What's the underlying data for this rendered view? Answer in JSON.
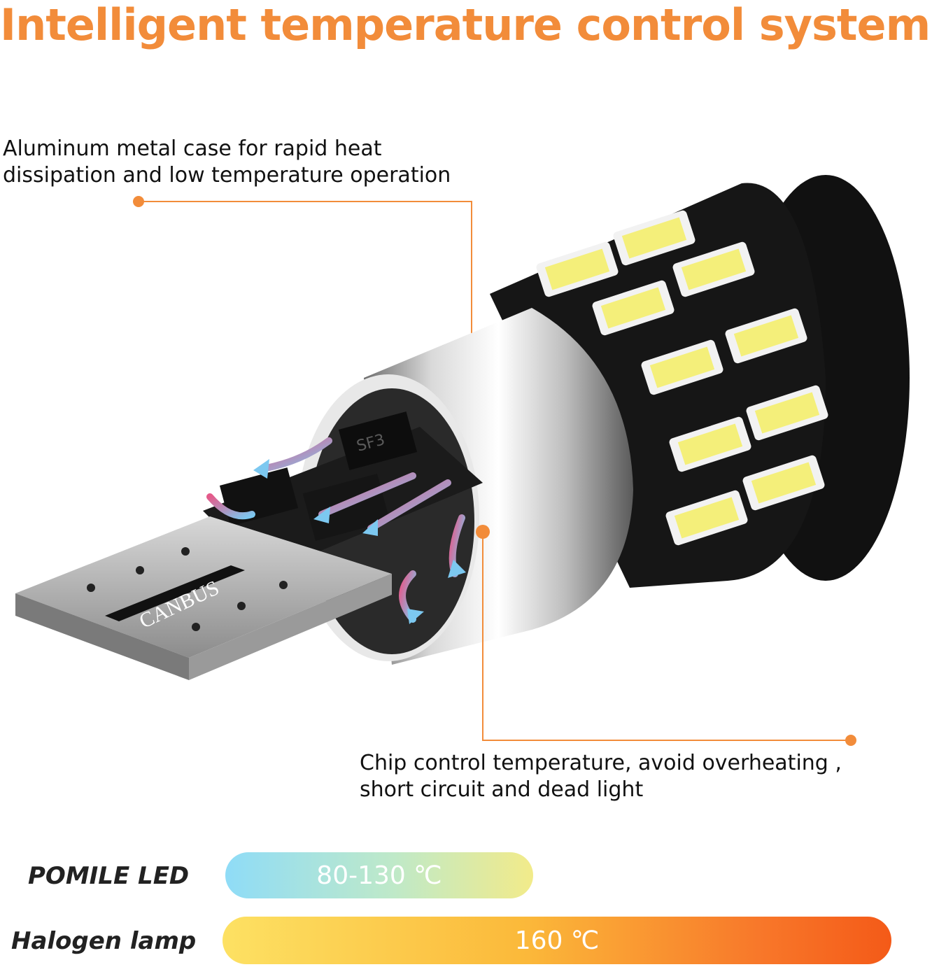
{
  "title": "Intelligent temperature control system",
  "callouts": {
    "case": {
      "line1": "Aluminum metal case for rapid heat",
      "line2": "dissipation and low temperature operation"
    },
    "chip": {
      "line1": "Chip control temperature, avoid overheating ,",
      "line2": "short circuit and dead light"
    }
  },
  "product": {
    "base_label": "CANBUS",
    "chip_marking": "SF3"
  },
  "comparison": {
    "led": {
      "label": "POMILE LED",
      "value": "80-130 ℃"
    },
    "halogen": {
      "label": "Halogen lamp",
      "value": "160 ℃"
    }
  },
  "colors": {
    "accent_orange": "#f28c3a",
    "led_bar_start": "#8fdcf7",
    "led_bar_end": "#f2eb8a",
    "halogen_bar_start": "#fde163",
    "halogen_bar_end": "#f45a18"
  }
}
